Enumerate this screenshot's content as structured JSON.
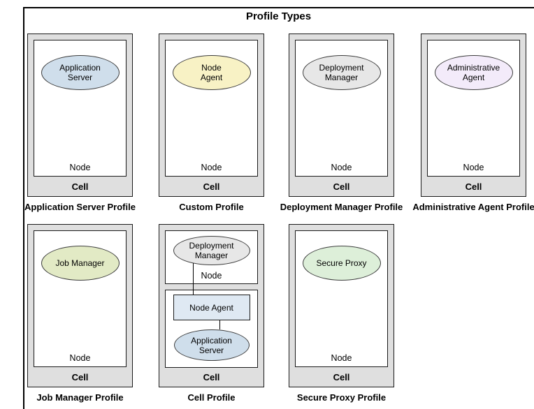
{
  "title": "Profile Types",
  "colors": {
    "cell_fill": "#dfdfdf",
    "application_server": "#cfdeeb",
    "node_agent": "#f8f2c5",
    "deployment_manager": "#e7e7e7",
    "administrative_agent": "#f3ebfa",
    "job_manager": "#e2eac5",
    "secure_proxy": "#ddefd9",
    "node_agent_box": "#dfe9f3"
  },
  "profiles": [
    {
      "title": "Application Server Profile",
      "process": "Application\nServer",
      "node_label": "Node",
      "cell_label": "Cell"
    },
    {
      "title": "Custom Profile",
      "process": "Node\nAgent",
      "node_label": "Node",
      "cell_label": "Cell"
    },
    {
      "title": "Deployment Manager Profile",
      "process": "Deployment\nManager",
      "node_label": "Node",
      "cell_label": "Cell"
    },
    {
      "title": "Administrative Agent Profile",
      "process": "Administrative\nAgent",
      "node_label": "Node",
      "cell_label": "Cell"
    },
    {
      "title": "Job Manager Profile",
      "process": "Job Manager",
      "node_label": "Node",
      "cell_label": "Cell"
    },
    {
      "title": "Cell Profile",
      "cell_label": "Cell",
      "top_node": {
        "process": "Deployment\nManager",
        "node_label": "Node"
      },
      "bottom_node": {
        "agent": "Node Agent",
        "server": "Application\nServer"
      }
    },
    {
      "title": "Secure Proxy Profile",
      "process": "Secure Proxy",
      "node_label": "Node",
      "cell_label": "Cell"
    }
  ]
}
